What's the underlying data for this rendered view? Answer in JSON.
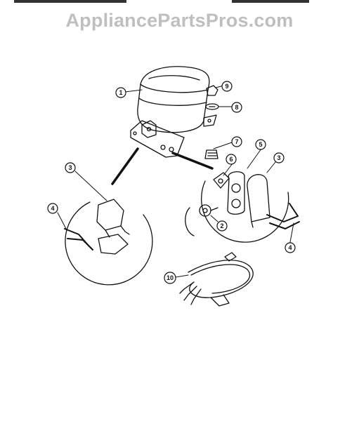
{
  "watermark": "AppliancePartsPros.com",
  "callouts": {
    "c1": "1",
    "c2": "2",
    "c3a": "3",
    "c3b": "3",
    "c4a": "4",
    "c4b": "4",
    "c5": "5",
    "c6": "6",
    "c7": "7",
    "c8": "8",
    "c9": "9",
    "c10": "10"
  }
}
